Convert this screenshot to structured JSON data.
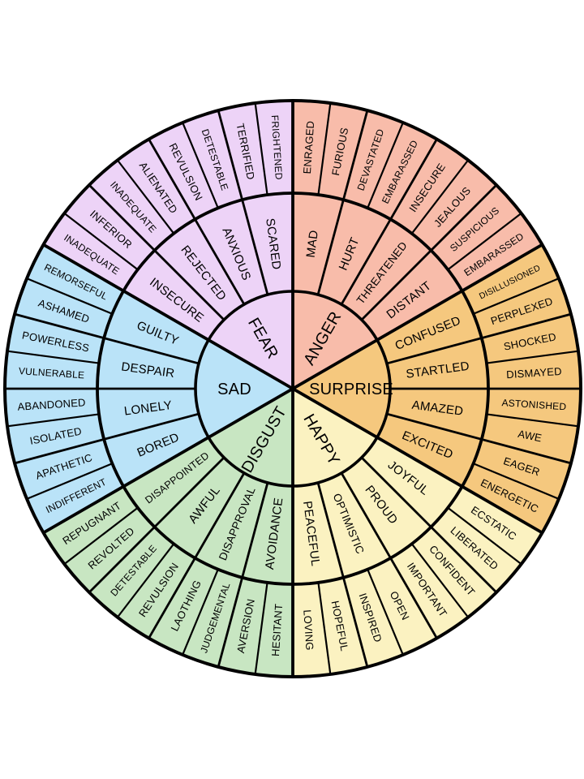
{
  "wheel": {
    "background": "#ffffff",
    "line_color": "#000000",
    "text_color": "#000000",
    "segments": [
      {
        "label": "ANGER",
        "color": "#F8BCAA",
        "children": [
          {
            "label": "MAD",
            "sub": [
              "ENRAGED",
              "FURIOUS"
            ]
          },
          {
            "label": "HURT",
            "sub": [
              "DEVASTATED",
              "EMBARASSED"
            ]
          },
          {
            "label": "THREATENED",
            "sub": [
              "INSECURE",
              "JEALOUS"
            ]
          },
          {
            "label": "DISTANT",
            "sub": [
              "SUSPICIOUS",
              "EMBARASSED"
            ]
          }
        ]
      },
      {
        "label": "SURPRISE",
        "color": "#F5C87E",
        "children": [
          {
            "label": "CONFUSED",
            "sub": [
              "DISILLUSIONED",
              "PERPLEXED"
            ]
          },
          {
            "label": "STARTLED",
            "sub": [
              "SHOCKED",
              "DISMAYED"
            ]
          },
          {
            "label": "AMAZED",
            "sub": [
              "ASTONISHED",
              "AWE"
            ]
          },
          {
            "label": "EXCITED",
            "sub": [
              "EAGER",
              "ENERGETIC"
            ]
          }
        ]
      },
      {
        "label": "HAPPY",
        "color": "#FBF2C1",
        "children": [
          {
            "label": "JOYFUL",
            "sub": [
              "ECSTATIC",
              "LIBERATED"
            ]
          },
          {
            "label": "PROUD",
            "sub": [
              "CONFIDENT",
              "IMPORTANT"
            ]
          },
          {
            "label": "OPTIMISTIC",
            "sub": [
              "OPEN",
              "INSPIRED"
            ]
          },
          {
            "label": "PEACEFUL",
            "sub": [
              "HOPEFUL",
              "LOVING"
            ]
          }
        ]
      },
      {
        "label": "DISGUST",
        "color": "#C8E6C2",
        "children": [
          {
            "label": "AVOIDANCE",
            "sub": [
              "HESITANT",
              "AVERSION"
            ]
          },
          {
            "label": "DISAPPROVAL",
            "sub": [
              "JUDGEMENTAL",
              "LAOTHING"
            ]
          },
          {
            "label": "AWFUL",
            "sub": [
              "REVULSION",
              "DETESTABLE"
            ]
          },
          {
            "label": "DISAPPOINTED",
            "sub": [
              "REVOLTED",
              "REPUGNANT"
            ]
          }
        ]
      },
      {
        "label": "SAD",
        "color": "#BAE3F8",
        "children": [
          {
            "label": "BORED",
            "sub": [
              "INDIFFERENT",
              "APATHETIC"
            ]
          },
          {
            "label": "LONELY",
            "sub": [
              "ISOLATED",
              "ABANDONED"
            ]
          },
          {
            "label": "DESPAIR",
            "sub": [
              "VULNERABLE",
              "POWERLESS"
            ]
          },
          {
            "label": "GUILTY",
            "sub": [
              "ASHAMED",
              "REMORSEFUL"
            ]
          }
        ]
      },
      {
        "label": "FEAR",
        "color": "#EDD3F7",
        "children": [
          {
            "label": "INSECURE",
            "sub": [
              "INADEQUATE",
              "INFERIOR"
            ]
          },
          {
            "label": "REJECTED",
            "sub": [
              "INADEQUATE",
              "ALIENATED"
            ]
          },
          {
            "label": "ANXIOUS",
            "sub": [
              "REVULSION",
              "DETESTABLE"
            ]
          },
          {
            "label": "SCARED",
            "sub": [
              "TERRIFIED",
              "FRIGHTENED"
            ]
          }
        ]
      }
    ]
  }
}
